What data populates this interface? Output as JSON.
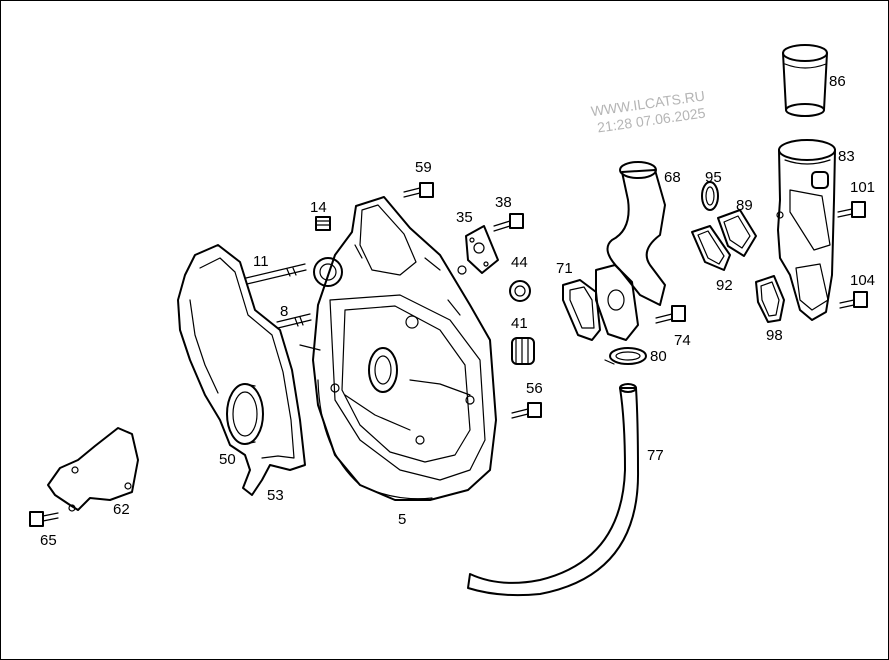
{
  "watermark": {
    "line1": "WWW.ILCATS.RU",
    "line2": "21:28 07.06.2025"
  },
  "callouts": [
    {
      "id": "p5",
      "text": "5"
    },
    {
      "id": "p8",
      "text": "8"
    },
    {
      "id": "p11",
      "text": "11"
    },
    {
      "id": "p14",
      "text": "14"
    },
    {
      "id": "p35",
      "text": "35"
    },
    {
      "id": "p38",
      "text": "38"
    },
    {
      "id": "p41",
      "text": "41"
    },
    {
      "id": "p44",
      "text": "44"
    },
    {
      "id": "p50",
      "text": "50"
    },
    {
      "id": "p53",
      "text": "53"
    },
    {
      "id": "p56",
      "text": "56"
    },
    {
      "id": "p59",
      "text": "59"
    },
    {
      "id": "p62",
      "text": "62"
    },
    {
      "id": "p65",
      "text": "65"
    },
    {
      "id": "p68",
      "text": "68"
    },
    {
      "id": "p71",
      "text": "71"
    },
    {
      "id": "p74",
      "text": "74"
    },
    {
      "id": "p77",
      "text": "77"
    },
    {
      "id": "p80",
      "text": "80"
    },
    {
      "id": "p83",
      "text": "83"
    },
    {
      "id": "p86",
      "text": "86"
    },
    {
      "id": "p89",
      "text": "89"
    },
    {
      "id": "p92",
      "text": "92"
    },
    {
      "id": "p95",
      "text": "95"
    },
    {
      "id": "p98",
      "text": "98"
    },
    {
      "id": "p101",
      "text": "101"
    },
    {
      "id": "p104",
      "text": "104"
    }
  ]
}
